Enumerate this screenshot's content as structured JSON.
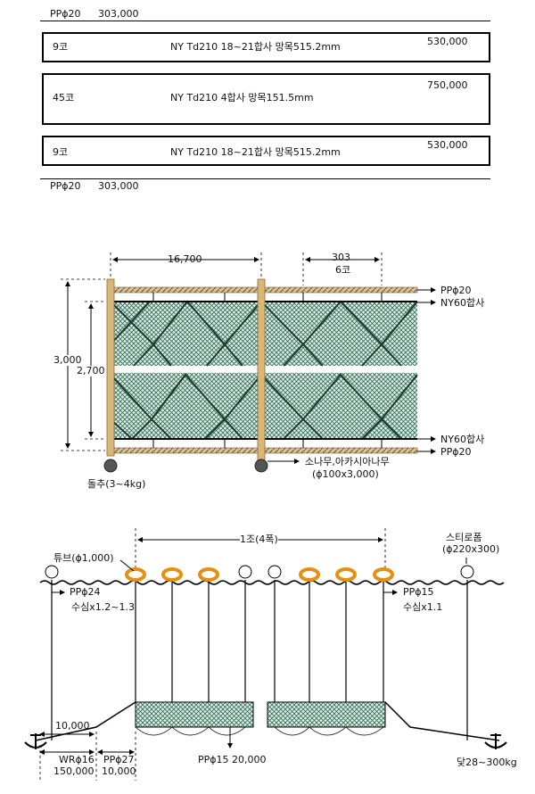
{
  "spec_table": {
    "top_rope": {
      "label": "PPϕ20",
      "value": "303,000"
    },
    "rows": [
      {
        "count": "9코",
        "spec": "NY Td210 18~21합사 망목515.2mm",
        "price": "530,000"
      },
      {
        "count": "45코",
        "spec": "NY Td210 4합사 망목151.5mm",
        "price": "750,000"
      },
      {
        "count": "9코",
        "spec": "NY Td210 18~21합사 망목515.2mm",
        "price": "530,000"
      }
    ],
    "bottom_rope": {
      "label": "PPϕ20",
      "value": "303,000"
    }
  },
  "net_diagram": {
    "dim_span": "16,700",
    "dim_mesh": "303",
    "dim_mesh_count": "6코",
    "dim_height_total": "3,000",
    "dim_height_net": "2,700",
    "top_rope": "PPϕ20",
    "top_line": "NY60합사",
    "bottom_line": "NY60합사",
    "bottom_rope": "PPϕ20",
    "sinker": "돌추(3~4kg)",
    "pole_material": "소나무,아카시아나무",
    "pole_size": "(ϕ100x3,000)"
  },
  "deployment_diagram": {
    "unit_label": "1조(4폭)",
    "float_small_label": "스티로폼",
    "float_small_size": "(ϕ220x300)",
    "tube_label": "튜브(ϕ1,000)",
    "left_rope": "PPϕ24",
    "left_depth": "수심x1.2~1.3",
    "right_rope": "PPϕ15",
    "right_depth": "수심x1.1",
    "anchor_line_len": "10,000",
    "wire_label": "WRϕ16",
    "wire_len": "150,000",
    "pp27_label": "PPϕ27",
    "pp27_len": "10,000",
    "bottom_rope": "PPϕ15 20,000",
    "anchor_label": "닻28~300kg"
  },
  "colors": {
    "net": "#2e6b55",
    "net_bg": "#dfeee8",
    "tube": "#f0a020",
    "pole": "#d9b77a",
    "rope": "#b89a6a"
  }
}
